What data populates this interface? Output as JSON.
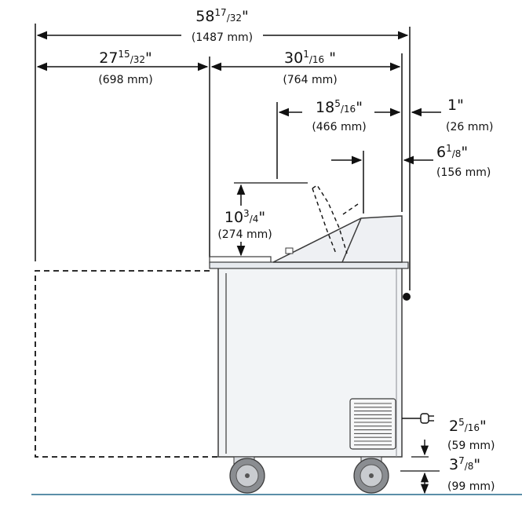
{
  "dimensions": {
    "overall_depth": {
      "whole": "58",
      "num": "17",
      "den": "32",
      "unit": "\"",
      "metric": "(1487 mm)"
    },
    "dropped_lid_depth": {
      "whole": "27",
      "num": "15",
      "den": "32",
      "unit": "\"",
      "metric": "(698 mm)"
    },
    "unit_depth": {
      "whole": "30",
      "num": "1",
      "den": "16",
      "unit": " \"",
      "metric": "(764 mm)"
    },
    "lid_opening": {
      "whole": "18",
      "num": "5",
      "den": "16",
      "unit": "\"",
      "metric": "(466 mm)"
    },
    "rear_clearance": {
      "whole": "1",
      "num": "",
      "den": "",
      "unit": "\"",
      "metric": "(26 mm)"
    },
    "rear_top": {
      "whole": "6",
      "num": "1",
      "den": "8",
      "unit": "\"",
      "metric": "(156 mm)"
    },
    "lid_height": {
      "whole": "10",
      "num": "3",
      "den": "4",
      "unit": "\"",
      "metric": "(274 mm)"
    },
    "cord_height": {
      "whole": "2",
      "num": "5",
      "den": "16",
      "unit": "\"",
      "metric": "(59 mm)"
    },
    "caster_height": {
      "whole": "3",
      "num": "7",
      "den": "8",
      "unit": "\"",
      "metric": "(99 mm)"
    }
  },
  "colors": {
    "line": "#111111",
    "cabinet_fill": "#f2f4f6",
    "cabinet_stroke": "#3a3a3a",
    "floor": "#5b8fa8",
    "wheel": "#8a8d91"
  }
}
